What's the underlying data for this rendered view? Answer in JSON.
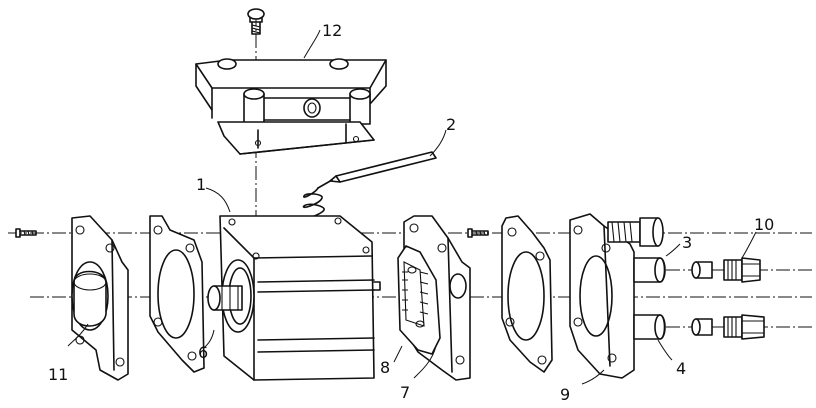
{
  "labels": {
    "l1": "1",
    "l2": "2",
    "l3": "3",
    "l4": "4",
    "l6": "6",
    "l7": "7",
    "l8": "8",
    "l9": "9",
    "l10": "10",
    "l11": "11",
    "l12": "12"
  }
}
